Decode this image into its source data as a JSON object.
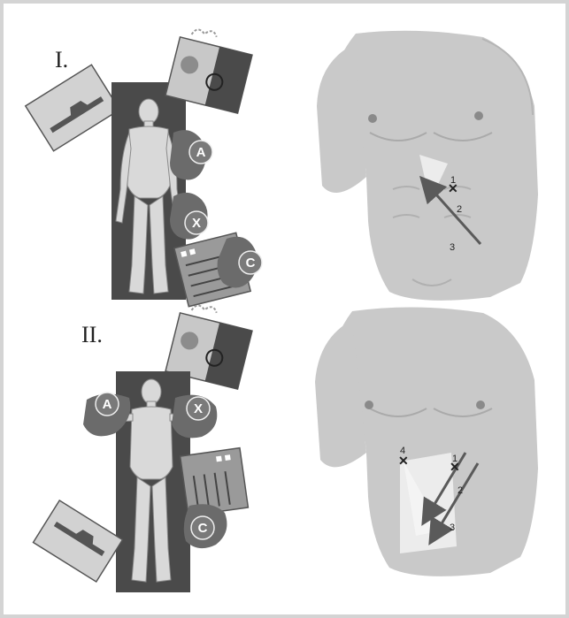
{
  "panels": [
    {
      "label": "I.",
      "staff": [
        "A",
        "X",
        "C"
      ],
      "ports": [
        "1",
        "2",
        "3"
      ]
    },
    {
      "label": "II.",
      "staff": [
        "A",
        "X",
        "C"
      ],
      "ports": [
        "4",
        "1",
        "2",
        "3"
      ]
    }
  ],
  "colors": {
    "frame": "#d4d4d4",
    "table": "#4a4a4a",
    "patient": "#d9d9d9",
    "surgeon": "#6b6b6b",
    "torso": "#c9c9c9",
    "highlight": "#e9e9e9",
    "arrow": "#5a5a5a"
  },
  "icons": [
    "operating-table",
    "monitor-tower",
    "instrument-tray",
    "laparoscopic-tower",
    "surgeon-figure",
    "torso",
    "trocar-port-marker"
  ]
}
